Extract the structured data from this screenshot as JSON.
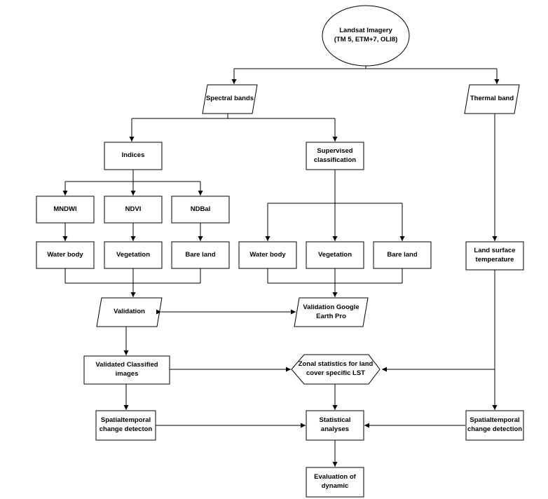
{
  "nodes": {
    "landsat": "Landsat Imagery\n(TM 5, ETM+7, OLI8)",
    "spectral": "Spectral bands",
    "thermal": "Thermal band",
    "indices": "Indices",
    "supervised": "Supervised\nclassification",
    "mndwi": "MNDWI",
    "ndvi": "NDVI",
    "ndbal": "NDBal",
    "water_left": "Water body",
    "veg_left": "Vegetation",
    "bare_left": "Bare land",
    "water_right": "Water body",
    "veg_right": "Vegetation",
    "bare_right": "Bare land",
    "lst": "Land surface\ntemperature",
    "validation": "Validation",
    "validation_google": "Validation Google\nEarth Pro",
    "validated": "Validated Classified images",
    "zonal": "Zonal statistics for land\ncover specific LST",
    "spatio_left": "Spatialtemporal\nchange detecton",
    "statistical": "Statistical\nanalyses",
    "spatio_right": "Spatialtemporal\nchange detection",
    "evaluation": "Evaluation of\ndynamic"
  }
}
